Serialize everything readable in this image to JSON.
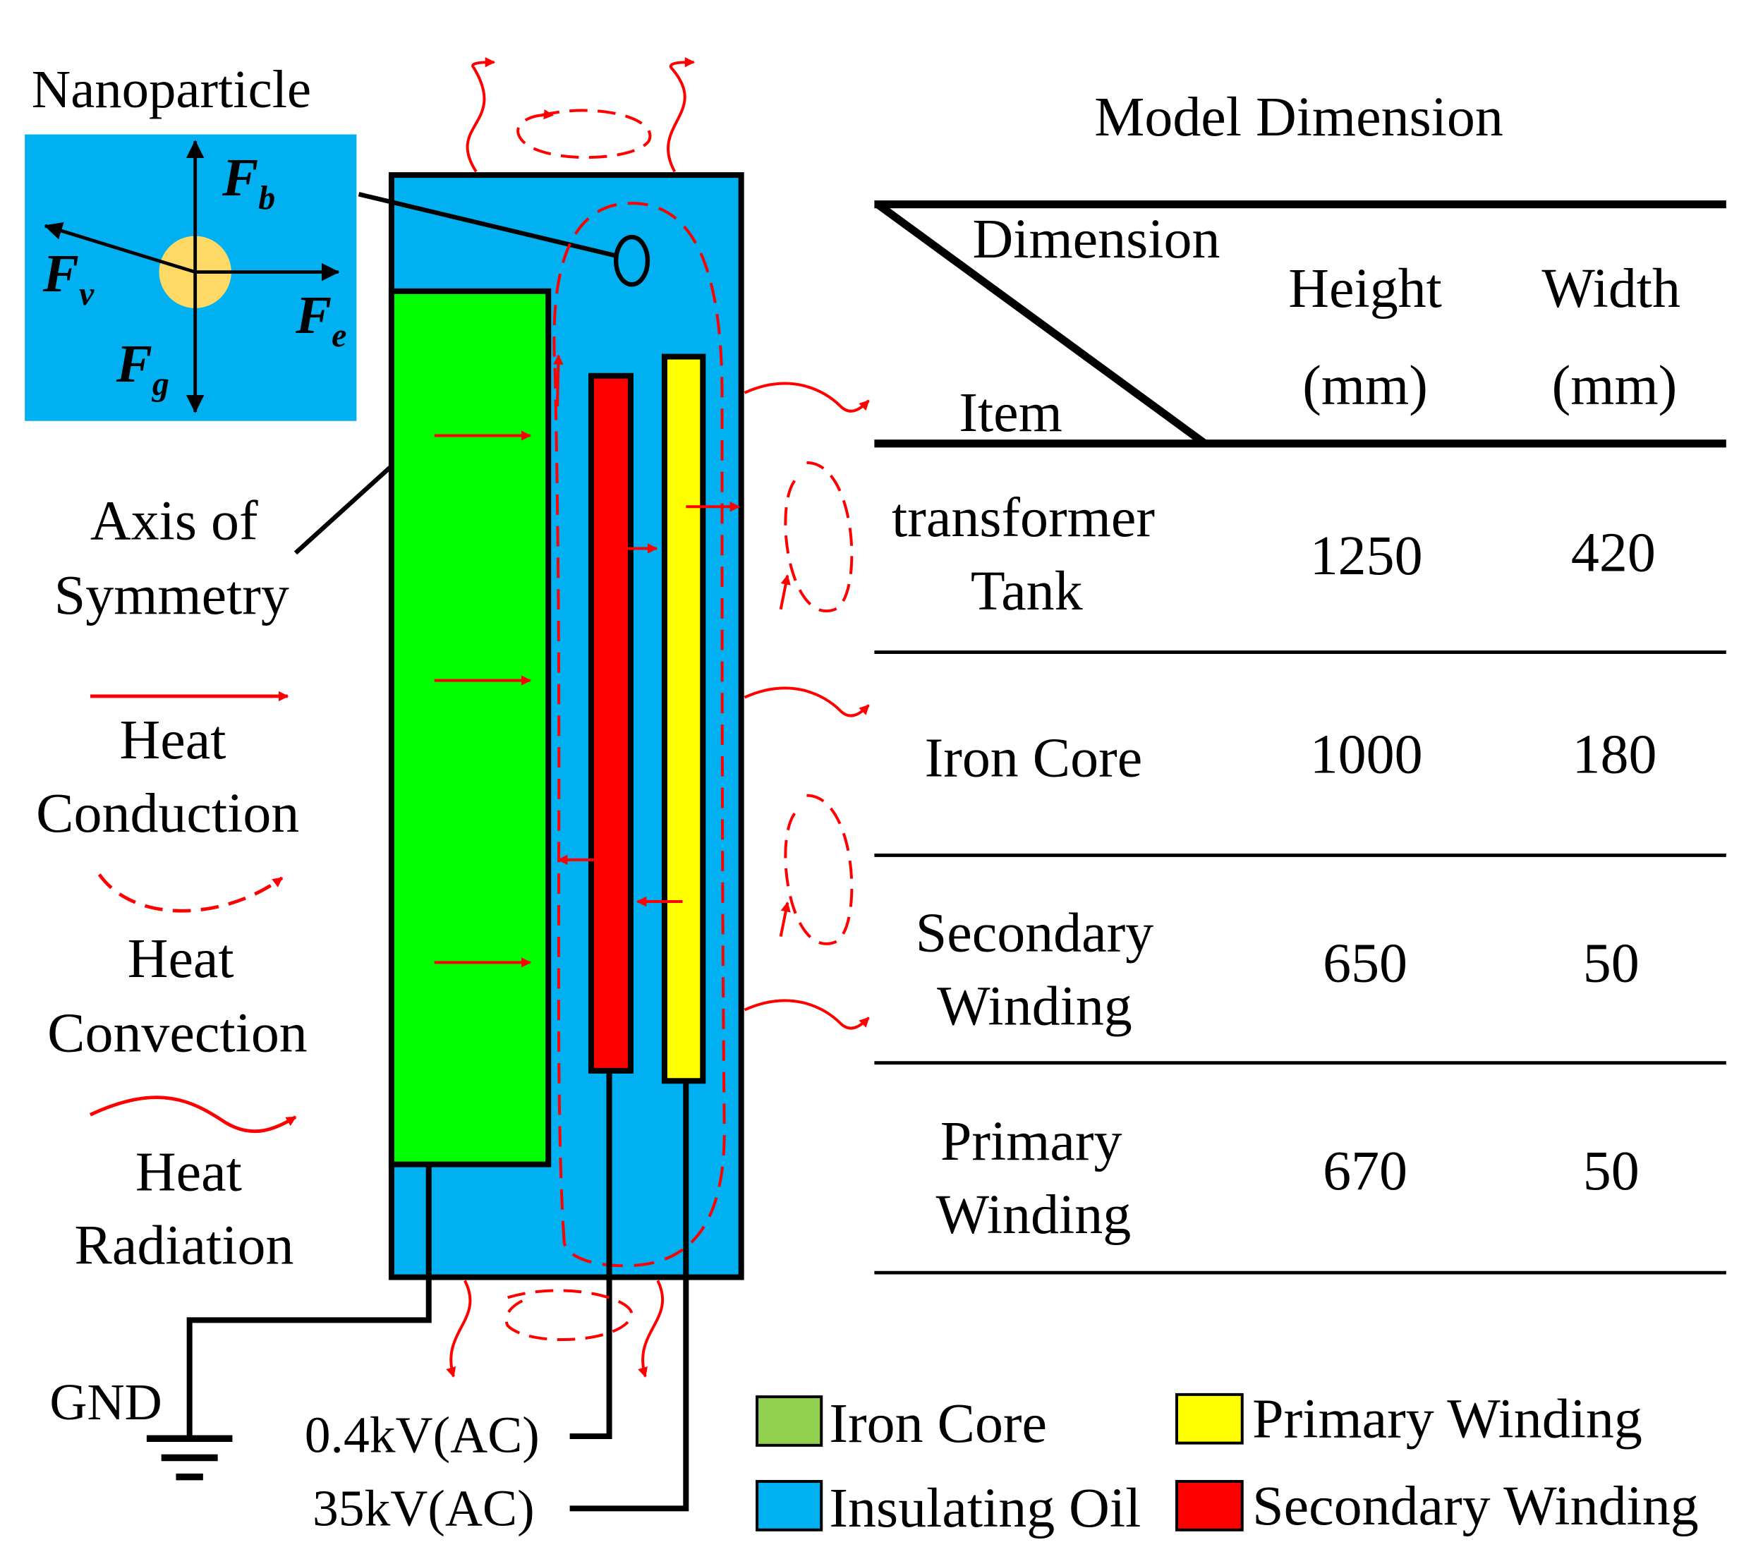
{
  "colors": {
    "oil": "#00b0f0",
    "iron_core": "#00ff00",
    "secondary_winding": "#ff0000",
    "primary_winding": "#ffff00",
    "particle": "#ffd966",
    "legend_iron_core": "#92d050",
    "heat_arrow": "#ff0000",
    "outline": "#000000"
  },
  "inset": {
    "title": "Nanoparticle",
    "forces": {
      "fb": {
        "main": "F",
        "sub": "b"
      },
      "fv": {
        "main": "F",
        "sub": "v"
      },
      "fe": {
        "main": "F",
        "sub": "e"
      },
      "fg": {
        "main": "F",
        "sub": "g"
      }
    }
  },
  "labels": {
    "axis_line1": "Axis of",
    "axis_line2": "Symmetry",
    "gnd": "GND",
    "low_voltage": "0.4kV(AC)",
    "high_voltage": "35kV(AC)"
  },
  "heat_legend": {
    "conduction_line1": "Heat",
    "conduction_line2": "Conduction",
    "convection_line1": "Heat",
    "convection_line2": "Convection",
    "radiation_line1": "Heat",
    "radiation_line2": "Radiation"
  },
  "table": {
    "title": "Model Dimension",
    "corner_top": "Dimension",
    "corner_bottom": "Item",
    "col_height_line1": "Height",
    "col_height_line2": "(mm)",
    "col_width_line1": "Width",
    "col_width_line2": "(mm)",
    "rows": [
      {
        "item_line1": "transformer",
        "item_line2": "Tank",
        "height": "1250",
        "width": "420"
      },
      {
        "item_line1": "Iron Core",
        "item_line2": "",
        "height": "1000",
        "width": "180"
      },
      {
        "item_line1": "Secondary",
        "item_line2": "Winding",
        "height": "650",
        "width": "50"
      },
      {
        "item_line1": "Primary",
        "item_line2": "Winding",
        "height": "670",
        "width": "50"
      }
    ]
  },
  "legend": {
    "iron_core": "Iron Core",
    "insulating_oil": "Insulating Oil",
    "primary_winding": "Primary Winding",
    "secondary_winding": "Secondary Winding"
  }
}
